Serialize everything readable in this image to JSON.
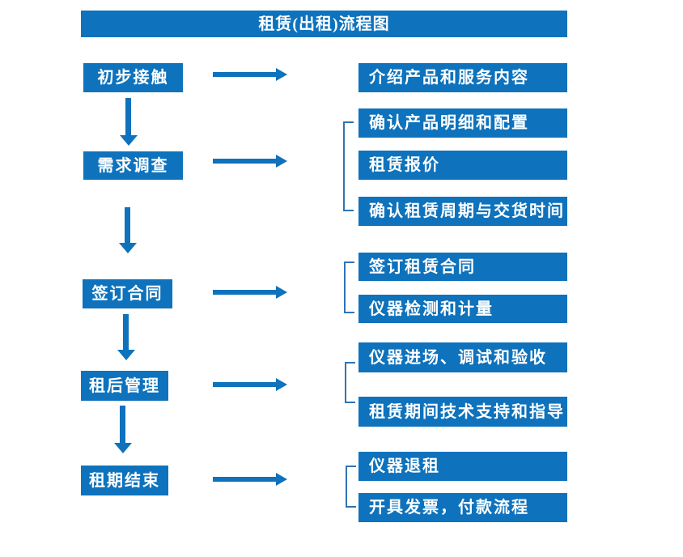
{
  "title": "租赁(出租)流程图",
  "colors": {
    "primary": "#0e72bc",
    "bracket": "#2e74b5",
    "text": "#ffffff",
    "background": "#ffffff"
  },
  "steps": [
    {
      "label": "初步接触",
      "details": [
        "介绍产品和服务内容"
      ]
    },
    {
      "label": "需求调查",
      "details": [
        "确认产品明细和配置",
        "租赁报价",
        "确认租赁周期与交货时间"
      ]
    },
    {
      "label": "签订合同",
      "details": [
        "签订租赁合同",
        "仪器检测和计量"
      ]
    },
    {
      "label": "租后管理",
      "details": [
        "仪器进场、调试和验收",
        "租赁期间技术支持和指导"
      ]
    },
    {
      "label": "租期结束",
      "details": [
        "仪器退租",
        "开具发票，付款流程"
      ]
    }
  ]
}
